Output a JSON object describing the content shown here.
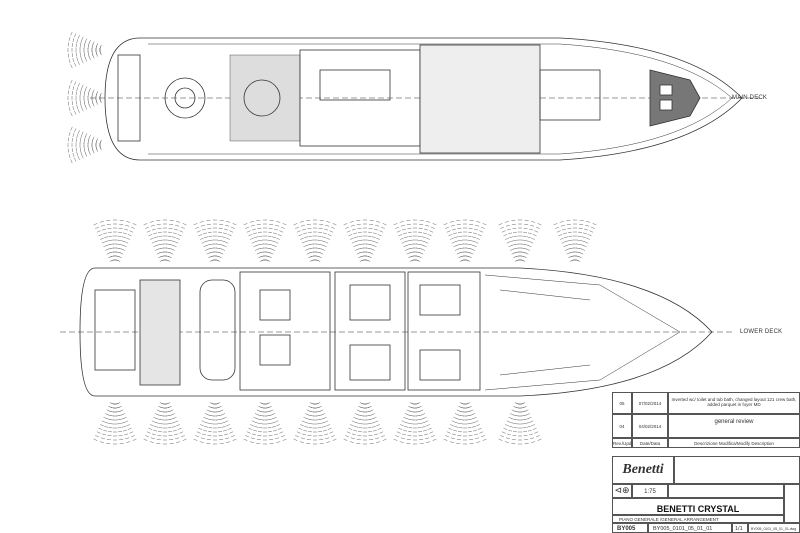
{
  "drawing": {
    "deck_labels": {
      "main": "MAIN DECK",
      "lower": "LOWER DECK"
    }
  },
  "revisions": [
    {
      "rev": "05",
      "date": "07/02/2014",
      "description": "Inverted wc/ toilet and tub bath, changed layout 121 crew bath, added parquet in foyer MD"
    },
    {
      "rev": "04",
      "date": "04/02/2014",
      "description": "general review"
    }
  ],
  "revision_headers": {
    "rev": "Rev./Upd.",
    "date": "Date/Data",
    "description": "Descrizione Modifica/Modify Description"
  },
  "title_block": {
    "logo": "Benetti",
    "scale": "1:75",
    "project": "BENETTI CRYSTAL",
    "subtitle": "PIANO GENERALE /GENERAL ARRANGEMENT",
    "hull": "BY005",
    "drawing_no": "BY005_0101_05_01_01",
    "sheet": "1/1",
    "file": "BY005_0101_05_01_01.dwg"
  },
  "colors": {
    "line": "#333333",
    "fill": "#888888"
  }
}
